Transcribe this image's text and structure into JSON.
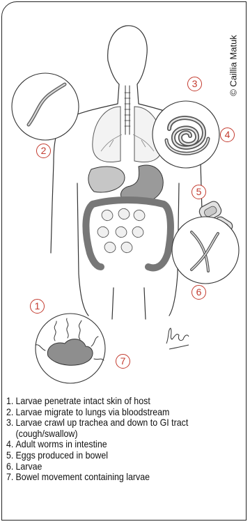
{
  "credit": "© Caillia Matuk",
  "stage_numbers": [
    "1",
    "2",
    "3",
    "4",
    "5",
    "6",
    "7"
  ],
  "legend": [
    {
      "num": "1.",
      "text": "Larvae penetrate intact skin of host"
    },
    {
      "num": "2.",
      "text": "Larvae migrate to lungs via bloodstream"
    },
    {
      "num": "3.",
      "text": "Larvae crawl up trachea and down to GI tract (cough/swallow)"
    },
    {
      "num": "4.",
      "text": "Adult worms in intestine"
    },
    {
      "num": "5.",
      "text": "Eggs produced in bowel"
    },
    {
      "num": "6.",
      "text": "Larvae"
    },
    {
      "num": "7.",
      "text": "Bowel movement containing larvae"
    }
  ],
  "colors": {
    "label": "#c33a2e",
    "line": "#222222",
    "organ": "#bdbdbd"
  }
}
